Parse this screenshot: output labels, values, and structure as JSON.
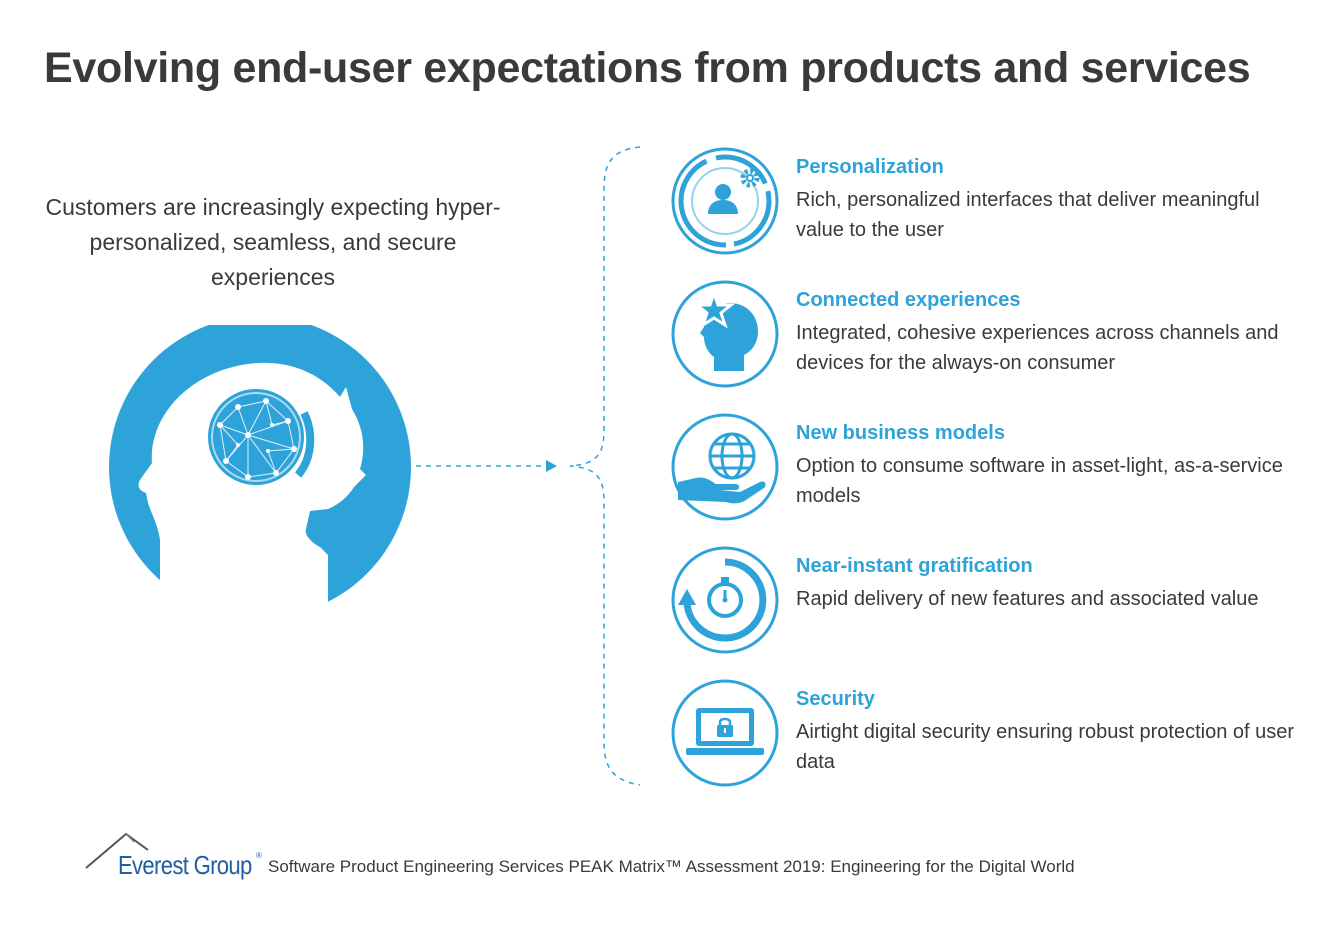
{
  "title": "Evolving end-user expectations from products and services",
  "intro": "Customers are increasingly expecting hyper-personalized, seamless, and secure experiences",
  "colors": {
    "accent": "#2ea3d9",
    "text": "#3a3a3a",
    "brand": "#1f5fa2"
  },
  "items": [
    {
      "icon": "user-gear-icon",
      "title": "Personalization",
      "description": "Rich, personalized interfaces that deliver meaningful value to the user"
    },
    {
      "icon": "head-star-icon",
      "title": "Connected experiences",
      "description": "Integrated, cohesive experiences across channels and devices for the always-on consumer"
    },
    {
      "icon": "hand-globe-icon",
      "title": "New business models",
      "description": "Option to consume software in asset-light, as-a-service models"
    },
    {
      "icon": "stopwatch-refresh-icon",
      "title": "Near-instant gratification",
      "description": "Rapid delivery of new features and associated value"
    },
    {
      "icon": "laptop-lock-icon",
      "title": "Security",
      "description": "Airtight digital security ensuring robust protection of user data"
    }
  ],
  "footer": {
    "logo": "Everest Group",
    "logo_mark": "®",
    "text": "Software Product Engineering Services PEAK Matrix™ Assessment 2019: Engineering for the Digital World"
  }
}
